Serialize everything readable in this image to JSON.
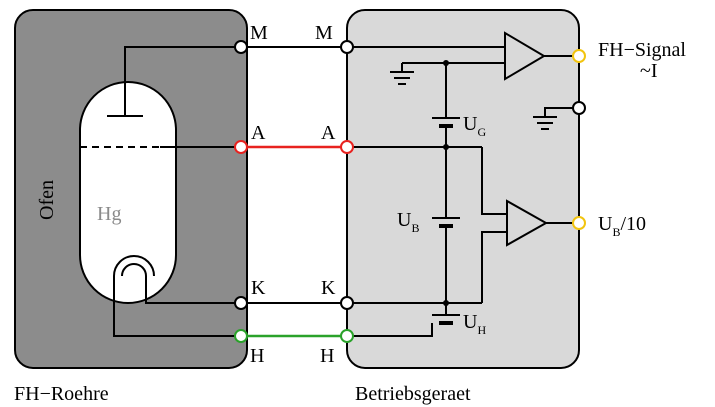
{
  "boxes": {
    "left_caption": "FH−Roehre",
    "right_caption": "Betriebsgeraet",
    "oven_label": "Ofen",
    "tube_gas_label": "Hg"
  },
  "terminals": {
    "M": "M",
    "A": "A",
    "K": "K",
    "H": "H"
  },
  "voltages": {
    "UG_main": "U",
    "UG_sub": "G",
    "UB_main": "U",
    "UB_sub": "B",
    "UH_main": "U",
    "UH_sub": "H"
  },
  "outputs": {
    "signal_line1": "FH−Signal",
    "signal_line2": "~I",
    "ub_out_main": "U",
    "ub_out_sub": "B",
    "ub_out_suffix": "/10"
  },
  "colors": {
    "oven_fill": "#8c8c8c",
    "device_fill": "#d9d9d9",
    "anode_line": "#e8221f",
    "heater_line": "#2aa22a",
    "output_terminal": "#f2c40f",
    "hg_text": "#8a8a8a"
  }
}
